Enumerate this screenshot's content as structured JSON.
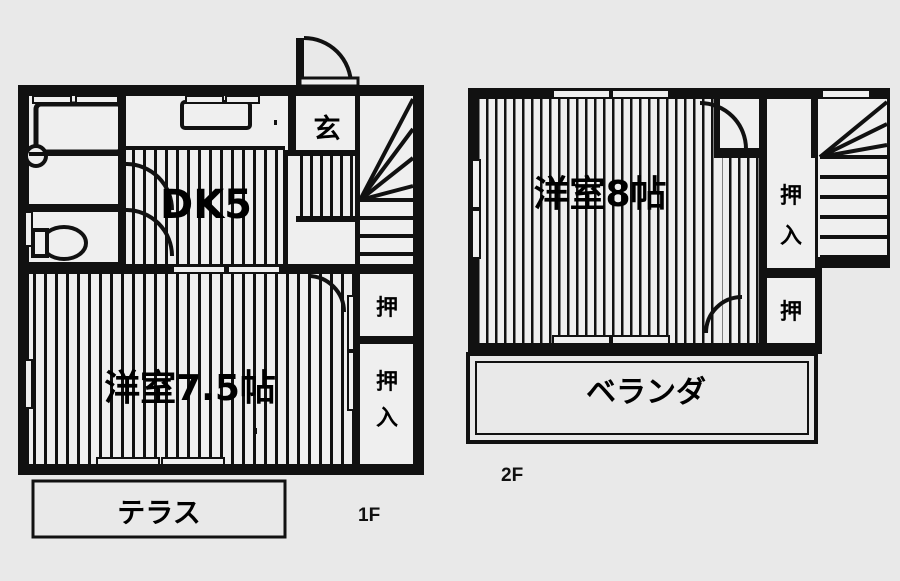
{
  "document": {
    "type": "real-estate-floor-plan",
    "background_color": "#e9e9e9",
    "ink_color": "#111111",
    "room_fill": "#efefef"
  },
  "floor1": {
    "floor_label": "1F",
    "rooms": [
      {
        "key": "dk",
        "label": "DK5",
        "font_size": 40
      },
      {
        "key": "entrance",
        "label": "玄",
        "font_size": 27
      },
      {
        "key": "washitsu",
        "label": "洋室7.5帖",
        "font_size": 36
      },
      {
        "key": "closet_up",
        "label": "押",
        "font_size": 22
      },
      {
        "key": "closet_lo",
        "label": "押入",
        "font_size": 22
      },
      {
        "key": "terrace",
        "label": "テラス",
        "font_size": 28
      }
    ],
    "fixtures": [
      "bathtub",
      "washbasin",
      "toilet",
      "kitchen-counter",
      "staircase-winder",
      "entry-door-swing"
    ]
  },
  "floor2": {
    "floor_label": "2F",
    "rooms": [
      {
        "key": "bedroom",
        "label": "洋室8帖",
        "font_size": 36
      },
      {
        "key": "closet_up",
        "label": "押入",
        "font_size": 22
      },
      {
        "key": "closet_lo",
        "label": "押",
        "font_size": 22
      },
      {
        "key": "veranda",
        "label": "ベランダ",
        "font_size": 30
      }
    ],
    "fixtures": [
      "staircase-winder",
      "door-swing-top",
      "door-swing-bottom"
    ]
  }
}
